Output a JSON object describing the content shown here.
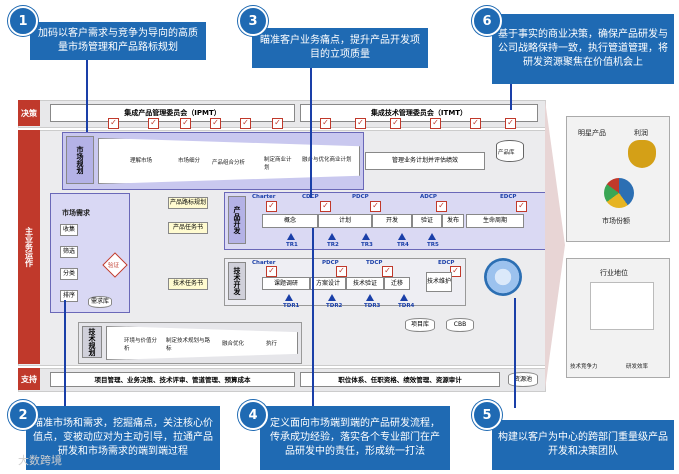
{
  "callouts": {
    "c1": {
      "num": "1",
      "text": "加码以客户需求与竞争为导向的高质量市场管理和产品路标规划"
    },
    "c2": {
      "num": "2",
      "text": "瞄准市场和需求，挖掘痛点，关注核心价值点，变被动应对为主动引导，拉通产品研发和市场需求的端到端过程"
    },
    "c3": {
      "num": "3",
      "text": "瞄准客户业务痛点，提升产品开发项目的立项质量"
    },
    "c4": {
      "num": "4",
      "text": "定义面向市场端到端的产品研发流程，传承成功经验，落实各个专业部门在产品研发中的责任，形成统一打法"
    },
    "c5": {
      "num": "5",
      "text": "构建以客户为中心的跨部门重量级产品开发和决策团队"
    },
    "c6": {
      "num": "6",
      "text": "基于事实的商业决策，确保产品研发与公司战略保持一致，执行管道管理，将研发资源聚焦在价值机会上"
    }
  },
  "rows": {
    "decision": "决策",
    "main": "主业务运作",
    "support": "支持"
  },
  "decision": {
    "ipmt": "集成产品管理委员会（IPMT）",
    "itmt": "集成技术管理委员会（ITMT）"
  },
  "market_planning": {
    "label": "市场规划",
    "steps": [
      "理解市场",
      "市场细分",
      "产品组合分析",
      "制定商业计划",
      "融合与优化商业计划"
    ],
    "manage": "管理业务计划并评估绩效",
    "repo": "产品库"
  },
  "market_demand": {
    "label": "市场需求",
    "items": [
      "收集",
      "筛选",
      "分类",
      "排序"
    ],
    "verify": "验证",
    "repo": "需求库"
  },
  "side_boxes": [
    "产品路标规划",
    "产品任务书",
    "技术任务书"
  ],
  "product_dev": {
    "label": "产品开发",
    "gates": [
      "Charter",
      "CDCP",
      "PDCP",
      "ADCP",
      "EDCP"
    ],
    "phases": [
      "概念",
      "计划",
      "开发",
      "验证",
      "发布",
      "生命周期"
    ],
    "trs": [
      "TR1",
      "TR2",
      "TR3",
      "TR4",
      "TR5"
    ]
  },
  "tech_dev": {
    "label": "技术开发",
    "gates": [
      "Charter",
      "PDCP",
      "TDCP",
      "EDCP"
    ],
    "phases": [
      "课题调研",
      "方案设计",
      "技术验证",
      "迁移",
      "技术维护"
    ],
    "tdrs": [
      "TDR1",
      "TDR2",
      "TDR3",
      "TDR4"
    ],
    "repos": [
      "项目库",
      "CBB"
    ]
  },
  "tech_planning": {
    "label": "技术规划",
    "steps": [
      "环境与价值分析",
      "制定技术规划与路标",
      "融合优化",
      "执行"
    ]
  },
  "support_items": {
    "left": "项目管理、业务决策、技术评审、管道管理、预算成本",
    "right": "职位体系、任职资格、绩效管理、资源审计",
    "repo": "资源池"
  },
  "results": {
    "top_title": "明星产品",
    "top_sub": "利润",
    "top_bottom": "市场份额",
    "bottom_title": "行业地位",
    "bottom_left": "技术竞争力",
    "bottom_right": "研发效率"
  },
  "watermark": "大数跨境",
  "colors": {
    "callout": "#1f6ab3",
    "accent_red": "#c0392b",
    "purple": "#c9c8ef",
    "arrow": "#1a3fa8"
  }
}
